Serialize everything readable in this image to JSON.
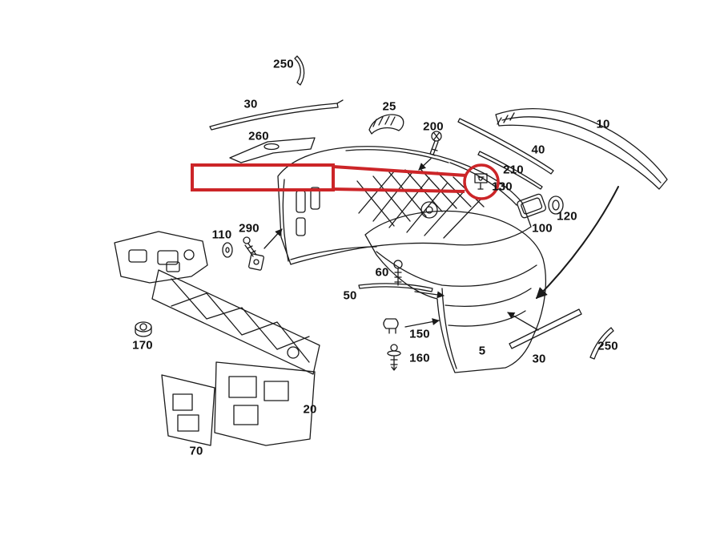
{
  "diagram": {
    "kind": "exploded parts diagram (rear bumper assembly)",
    "background": "#ffffff"
  },
  "colors": {
    "highlight": "#cc2528",
    "line": "#1a1a1a"
  },
  "labels": [
    {
      "id": "250-top",
      "text": "250"
    },
    {
      "id": "30-top",
      "text": "30"
    },
    {
      "id": "25",
      "text": "25"
    },
    {
      "id": "260",
      "text": "260"
    },
    {
      "id": "200",
      "text": "200"
    },
    {
      "id": "10",
      "text": "10"
    },
    {
      "id": "40",
      "text": "40"
    },
    {
      "id": "210",
      "text": "210"
    },
    {
      "id": "130",
      "text": "130"
    },
    {
      "id": "120",
      "text": "120"
    },
    {
      "id": "100",
      "text": "100"
    },
    {
      "id": "110",
      "text": "110"
    },
    {
      "id": "290",
      "text": "290"
    },
    {
      "id": "60",
      "text": "60"
    },
    {
      "id": "50",
      "text": "50"
    },
    {
      "id": "170",
      "text": "170"
    },
    {
      "id": "150",
      "text": "150"
    },
    {
      "id": "160",
      "text": "160"
    },
    {
      "id": "5",
      "text": "5"
    },
    {
      "id": "30-bottom",
      "text": "30"
    },
    {
      "id": "250-bottom",
      "text": "250"
    },
    {
      "id": "20",
      "text": "20"
    },
    {
      "id": "70",
      "text": "70"
    }
  ]
}
